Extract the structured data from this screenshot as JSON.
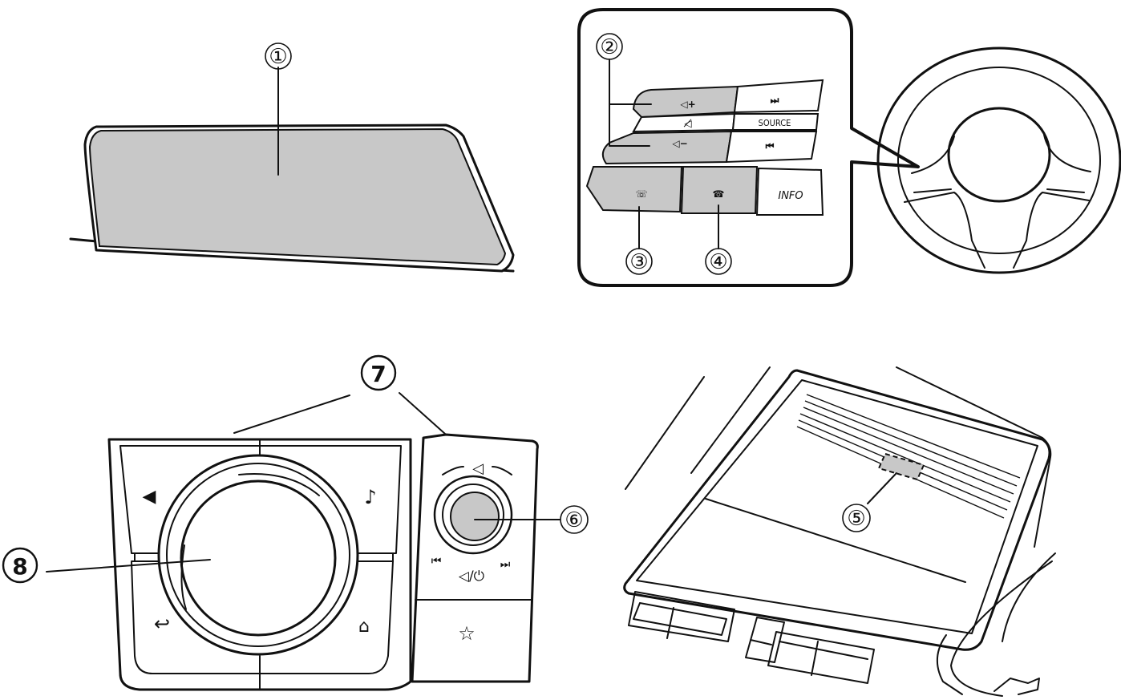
{
  "callouts": {
    "c1": "①",
    "c2": "②",
    "c3": "③",
    "c4": "④",
    "c5": "⑤",
    "c6": "⑥",
    "c7": "7",
    "c8": "8"
  },
  "steering_buttons": {
    "source": "SOURCE",
    "info": "INFO"
  },
  "icons": {
    "vol_up": "volume-up-icon",
    "vol_down": "volume-down-icon",
    "mute": "mute-icon",
    "next": "next-track-icon",
    "prev": "previous-track-icon",
    "talk": "voice-talk-icon",
    "hangup": "hang-up-icon",
    "nav": "navigation-icon",
    "music": "music-icon",
    "back": "back-icon",
    "home": "home-icon",
    "favorite": "star-icon",
    "power": "mute-power-icon"
  }
}
